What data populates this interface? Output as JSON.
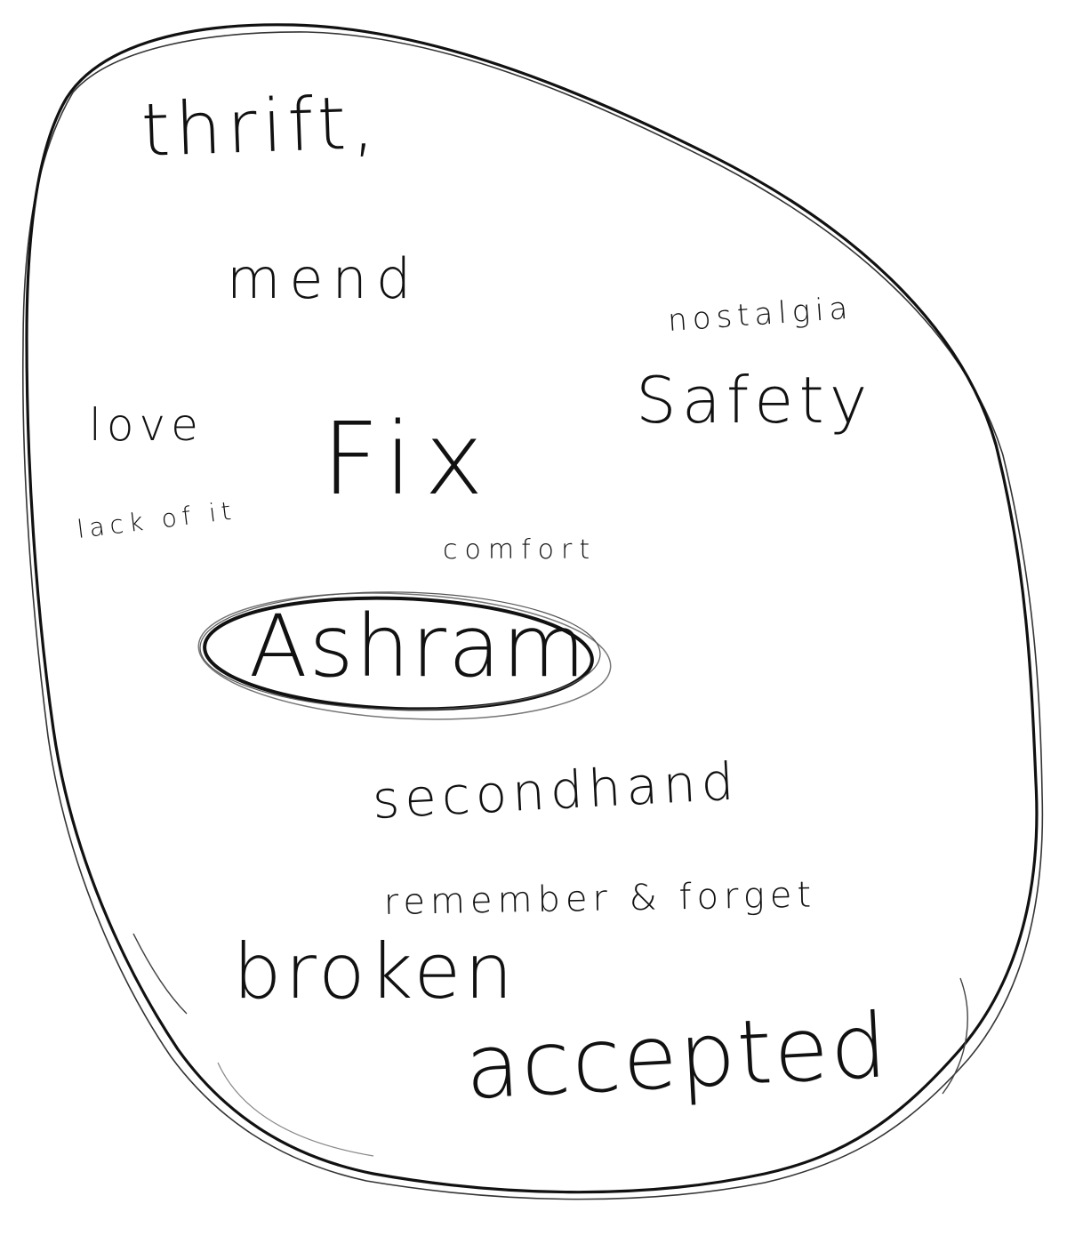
{
  "diagram": {
    "central_word": "Ashram",
    "words": {
      "thrift": "thrift,",
      "mend": "mend",
      "nostalgia": "nostalgia",
      "love": "love",
      "fix": "Fix",
      "safety": "Safety",
      "lack_of_it": "lack of it",
      "comfort": "comfort",
      "secondhand": "secondhand",
      "remember_forget": "remember & forget",
      "broken": "broken",
      "accepted": "accepted"
    },
    "ink_color": "#111111",
    "background_color": "#ffffff"
  }
}
